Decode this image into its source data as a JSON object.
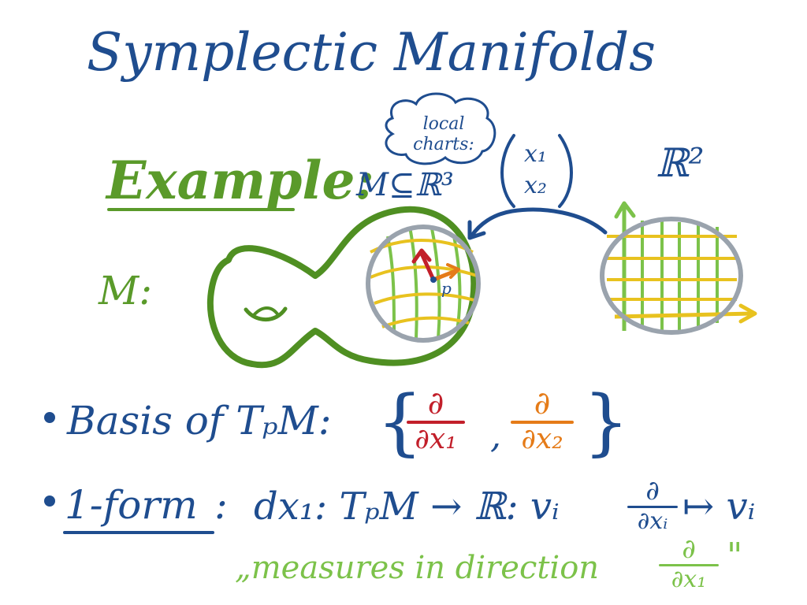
{
  "title": "Symplectic Manifolds",
  "example_label": "Example:",
  "manifold_subset": "M⊆ℝ³",
  "manifold_label": "M:",
  "local_charts_note": "local charts:",
  "chart_coords": [
    "x₁",
    "x₂"
  ],
  "rn_label": "ℝ²",
  "point_label": "p",
  "basis_line": {
    "prefix": "Basis of TₚM:",
    "open_brace": "{",
    "close_brace": "}",
    "comma": ",",
    "d1_num": "∂",
    "d1_den": "∂x₁",
    "d2_num": "∂",
    "d2_den": "∂x₂"
  },
  "one_form_line": {
    "label": "1-form",
    "colon": ":",
    "expr": "dx₁: TₚM → ℝ: vᵢ",
    "frac_num": "∂",
    "frac_den": "∂xᵢ",
    "maps_to": "↦ vᵢ"
  },
  "measures_line": {
    "text": "„measures in direction",
    "frac_num": "∂",
    "frac_den": "∂x₁",
    "close_quote": "\""
  },
  "colors": {
    "blue_ink": "#1f4d8f",
    "green_ink": "#5a9a2a",
    "light_green": "#7cc24a",
    "red_ink": "#c21f2a",
    "orange_ink": "#e57b18",
    "yellow_ink": "#e8c21f",
    "gray_ink": "#9aa3ad"
  }
}
